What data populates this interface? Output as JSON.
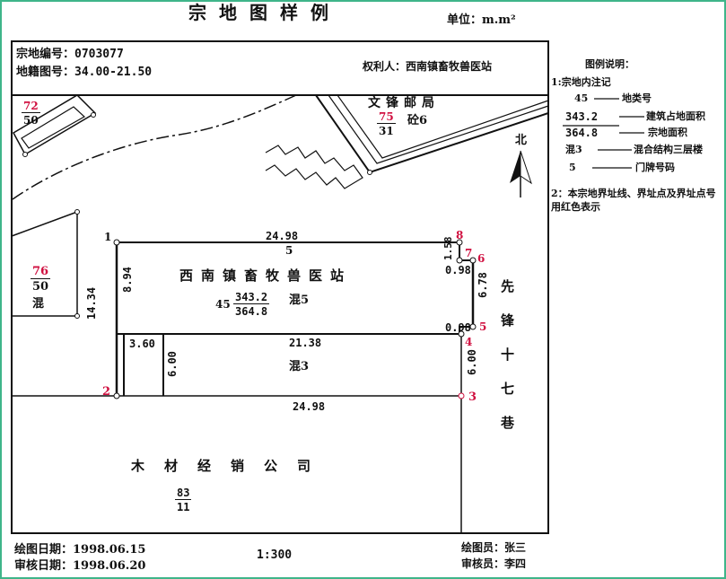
{
  "title": "宗地图样例",
  "unit": "单位：m.m²",
  "header": {
    "parcel_no": "宗地编号：0703077",
    "map_no": "地籍图号：34.00-21.50",
    "owner": "权利人：西南镇畜牧兽医站"
  },
  "legend": {
    "title": "图例说明：",
    "item1": "1:宗地内注记",
    "land_class_code": "45",
    "land_class_label": "地类号",
    "building_area_value": "343.2",
    "building_area_label": "建筑占地面积",
    "parcel_area_value": "364.8",
    "parcel_area_label": "宗地面积",
    "structure_code": "混3",
    "structure_label": "混合结构三层楼",
    "door_code": "5",
    "door_label": "门牌号码",
    "item2": "2：本宗地界址线、界址点及界址点号用红色表示"
  },
  "map": {
    "north_label": "北",
    "post_office": "文锋邮局",
    "post_office_num": "75",
    "post_office_den": "31",
    "post_office_structure": "砼6",
    "nw_parcel_num": "72",
    "nw_parcel_den": "50",
    "west_parcel_num": "76",
    "west_parcel_den": "50",
    "west_parcel_structure": "混",
    "main_owner": "西南镇畜牧兽医站",
    "main_class": "45",
    "main_building_area": "343.2",
    "main_parcel_area": "364.8",
    "main_structure": "混5",
    "top_edge": "24.98",
    "door_number": "5",
    "left_edge_outer": "14.34",
    "left_edge_inner": "8.94",
    "dim_158": "1.58",
    "dim_098_top": "0.98",
    "dim_678": "6.78",
    "dim_098_bottom": "0.98",
    "dim_2138": "21.38",
    "dim_360": "3.60",
    "dim_600_left": "6.00",
    "dim_600_right": "6.00",
    "annex_structure": "混3",
    "bottom_edge": "24.98",
    "street_name": "先锋十七巷",
    "south_owner": "木材经销公司",
    "south_num": "83",
    "south_den": "11",
    "points": [
      "1",
      "2",
      "3",
      "4",
      "5",
      "6",
      "7",
      "8"
    ]
  },
  "footer": {
    "draw_date": "绘图日期：1998.06.15",
    "check_date": "审核日期：1998.06.20",
    "scale": "1:300",
    "drafter": "绘图员：张三",
    "checker": "审核员：李四"
  },
  "colors": {
    "boundary_point": "#d01040",
    "frame": "#3fb58a"
  }
}
